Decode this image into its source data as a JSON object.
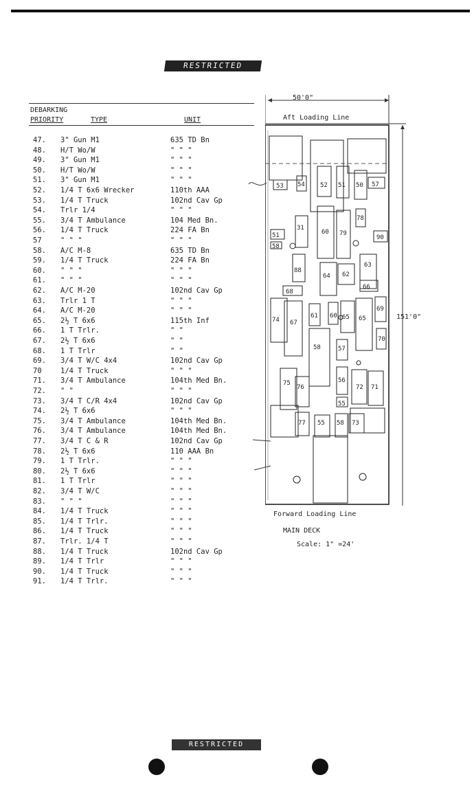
{
  "stamp_top": "RESTRICTED",
  "stamp_bottom": "RESTRICTED",
  "headers": {
    "debarking": "DEBARKING",
    "priority": "PRIORITY",
    "type": "TYPE",
    "unit": "UNIT"
  },
  "rows": [
    {
      "num": "47.",
      "type": "3\" Gun M1",
      "unit": "635 TD Bn"
    },
    {
      "num": "48.",
      "type": "H/T Wo/W",
      "unit": "\"   \"   \""
    },
    {
      "num": "49.",
      "type": "3\" Gun M1",
      "unit": "\"   \"   \""
    },
    {
      "num": "50.",
      "type": "H/T Wo/W",
      "unit": "\"   \"   \""
    },
    {
      "num": "51.",
      "type": "3\" Gun M1",
      "unit": "\"   \"   \""
    },
    {
      "num": "52.",
      "type": "1/4 T 6x6 Wrecker",
      "unit": "110th AAA"
    },
    {
      "num": "53.",
      "type": "1/4 T Truck",
      "unit": "102nd Cav Gp"
    },
    {
      "num": "54.",
      "type": "Trlr 1/4",
      "unit": "\"    \"   \""
    },
    {
      "num": "55.",
      "type": "3/4 T Ambulance",
      "unit": "104 Med Bn."
    },
    {
      "num": "56.",
      "type": "1/4 T Truck",
      "unit": "224 FA Bn"
    },
    {
      "num": "57",
      "type": "\"  \"  \"",
      "unit": "\"   \"   \""
    },
    {
      "num": "58.",
      "type": "A/C M-8",
      "unit": "635 TD Bn"
    },
    {
      "num": "59.",
      "type": "1/4 T Truck",
      "unit": "224 FA Bn"
    },
    {
      "num": "60.",
      "type": "\"  \"  \"",
      "unit": "\"   \"   \""
    },
    {
      "num": "61.",
      "type": "\"  \"  \"",
      "unit": "\"   \"   \""
    },
    {
      "num": "62.",
      "type": "A/C M-20",
      "unit": "102nd Cav Gp"
    },
    {
      "num": "63.",
      "type": "Trlr 1 T",
      "unit": "\"    \"   \""
    },
    {
      "num": "64.",
      "type": "A/C M-20",
      "unit": "\"    \"   \""
    },
    {
      "num": "65.",
      "type": "2½ T 6x6",
      "unit": "115th Inf"
    },
    {
      "num": "66.",
      "type": "1 T Trlr.",
      "unit": "\"    \""
    },
    {
      "num": "67.",
      "type": "2½ T 6x6",
      "unit": "\"    \""
    },
    {
      "num": "68.",
      "type": "1 T Trlr",
      "unit": "\"    \""
    },
    {
      "num": "69.",
      "type": "3/4 T W/C 4x4",
      "unit": "102nd Cav Gp"
    },
    {
      "num": "70",
      "type": "1/4 T Truck",
      "unit": "\"    \"   \""
    },
    {
      "num": "71.",
      "type": "3/4 T Ambulance",
      "unit": "104th Med Bn."
    },
    {
      "num": "72.",
      "type": "\"  \"",
      "unit": "\"    \"   \""
    },
    {
      "num": "73.",
      "type": "3/4 T C/R 4x4",
      "unit": "102nd Cav Gp"
    },
    {
      "num": "74.",
      "type": "2½ T 6x6",
      "unit": "\"    \"   \""
    },
    {
      "num": "75.",
      "type": "3/4 T Ambulance",
      "unit": "104th Med Bn."
    },
    {
      "num": "76.",
      "type": "3/4 T Ambulance",
      "unit": "104th Med Bn."
    },
    {
      "num": "77.",
      "type": "3/4 T C & R",
      "unit": "102nd Cav Gp"
    },
    {
      "num": "78.",
      "type": "2½ T 6x6",
      "unit": "110 AAA Bn"
    },
    {
      "num": "79.",
      "type": "1 T Trlr.",
      "unit": "\"   \"   \""
    },
    {
      "num": "80.",
      "type": "2½ T 6x6",
      "unit": "\"   \"   \""
    },
    {
      "num": "81.",
      "type": "1 T Trlr",
      "unit": "\"   \"   \""
    },
    {
      "num": "82.",
      "type": "3/4 T W/C",
      "unit": "\"   \"   \""
    },
    {
      "num": "83.",
      "type": "\"  \"  \"",
      "unit": "\"   \"   \""
    },
    {
      "num": "84.",
      "type": "1/4 T Truck",
      "unit": "\"   \"   \""
    },
    {
      "num": "85.",
      "type": "1/4 T Trlr.",
      "unit": "\"   \"   \""
    },
    {
      "num": "86.",
      "type": "1/4 T Truck",
      "unit": "\"   \"   \""
    },
    {
      "num": "87.",
      "type": "Trlr. 1/4 T",
      "unit": "\"   \"   \""
    },
    {
      "num": "88.",
      "type": "1/4 T Truck",
      "unit": "102nd Cav Gp"
    },
    {
      "num": "89.",
      "type": "1/4 T Trlr",
      "unit": "\"    \"   \""
    },
    {
      "num": "90.",
      "type": "1/4 T Truck",
      "unit": "\"    \"   \""
    },
    {
      "num": "91.",
      "type": "1/4 T Trlr.",
      "unit": "\"    \"   \""
    }
  ],
  "diagram": {
    "width_label": "50'0\"",
    "length_label": "151'0\"",
    "aft_label": "Aft Loading Line",
    "forward_label": "Forward Loading Line",
    "deck_label": "MAIN DECK",
    "scale_label": "Scale: 1\" =24'"
  }
}
